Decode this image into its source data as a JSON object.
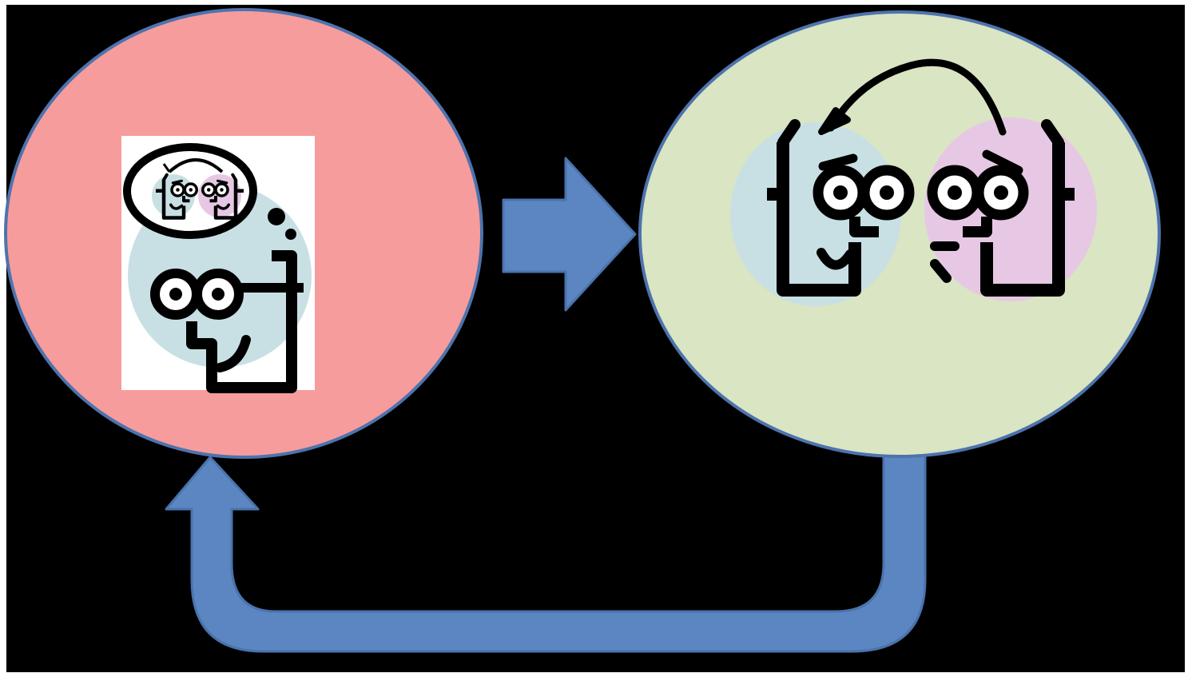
{
  "colors": {
    "background": "#000000",
    "frame": "#ffffff",
    "left_ellipse_fill": "#f79c9c",
    "right_ellipse_fill": "#d9e5c3",
    "ellipse_stroke": "#4d73ad",
    "arrow_fill": "#5b86c2",
    "arrow_stroke": "#4a73ad",
    "head_blue": "#c8e0e4",
    "head_purple": "#e6c8e4",
    "ink": "#000000",
    "card": "#ffffff"
  },
  "nodes": [
    {
      "id": "self-reflection",
      "icon": "thinking-person-icon"
    },
    {
      "id": "interaction",
      "icon": "two-people-talking-icon"
    }
  ],
  "edges": [
    {
      "from": "self-reflection",
      "to": "interaction",
      "style": "straight-arrow"
    },
    {
      "from": "interaction",
      "to": "self-reflection",
      "style": "elbow-return-arrow"
    }
  ]
}
